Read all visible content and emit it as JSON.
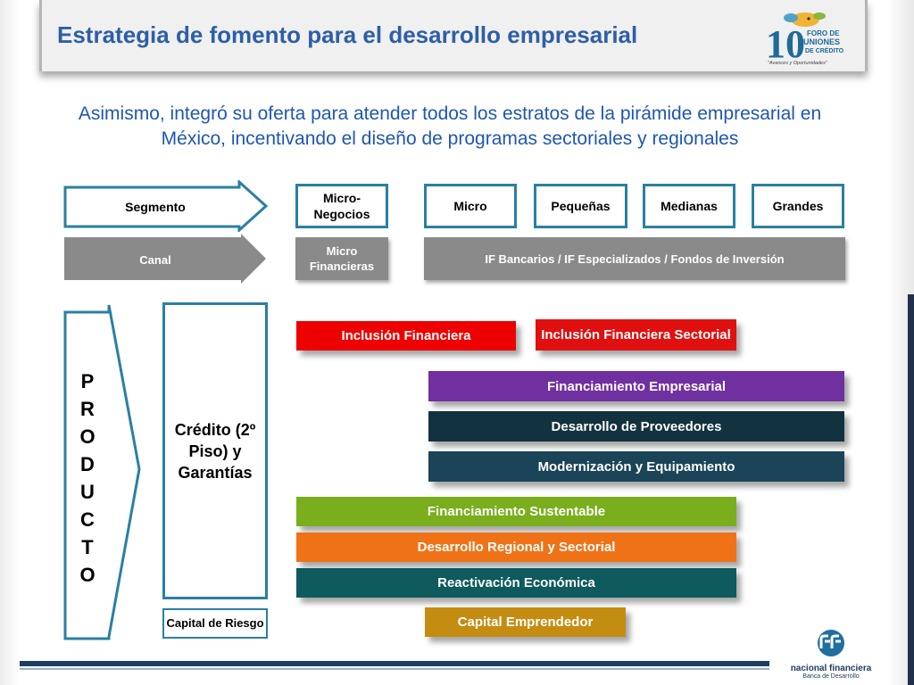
{
  "header": {
    "title": "Estrategia de fomento para el desarrollo empresarial",
    "logo_number": "10",
    "logo_text": "FORO DE UNIONES DE CRÉDITO",
    "logo_tagline": "\"Avances y Oportunidades\""
  },
  "subtitle": {
    "line1": "Asimismo, integró su oferta para atender todos los estratos de la pirámide empresarial en",
    "line2": "México, incentivando el diseño de programas sectoriales y regionales"
  },
  "segmento": {
    "label": "Segmento",
    "items": [
      "Micro-Negocios",
      "Micro",
      "Pequeñas",
      "Medianas",
      "Grandes"
    ]
  },
  "canal": {
    "label": "Canal",
    "micro": "Micro Financieras",
    "if": "IF Bancarios /  IF Especializados / Fondos de Inversión"
  },
  "producto": {
    "letters": [
      "P",
      "R",
      "O",
      "D",
      "U",
      "C",
      "T",
      "O"
    ],
    "credito": "Crédito (2º Piso) y Garantías",
    "capital_riesgo": "Capital de Riesgo"
  },
  "programs": {
    "inclusion": "Inclusión Financiera",
    "inclusion_sectorial": "Inclusión Financiera Sectorial",
    "financiamiento_empresarial": "Financiamiento Empresarial",
    "proveedores": "Desarrollo de Proveedores",
    "modernizacion": "Modernización y Equipamiento",
    "sustentable": "Financiamiento Sustentable",
    "regional": "Desarrollo Regional y Sectorial",
    "reactivacion": "Reactivación Económica",
    "emprendedor": "Capital Emprendedor"
  },
  "footer": {
    "brand": "nacional financiera",
    "tagline": "Banca de Desarrollo"
  },
  "colors": {
    "title": "#2e5ea8",
    "inclusion": "#ee0000",
    "inclusion_sectorial": "#e01010",
    "purple": "#7030a0",
    "dark_teal": "#13323f",
    "navy_teal": "#1a4458",
    "green": "#7aae1c",
    "orange": "#f07217",
    "teal": "#0e5a5c",
    "gold": "#c58c12"
  }
}
